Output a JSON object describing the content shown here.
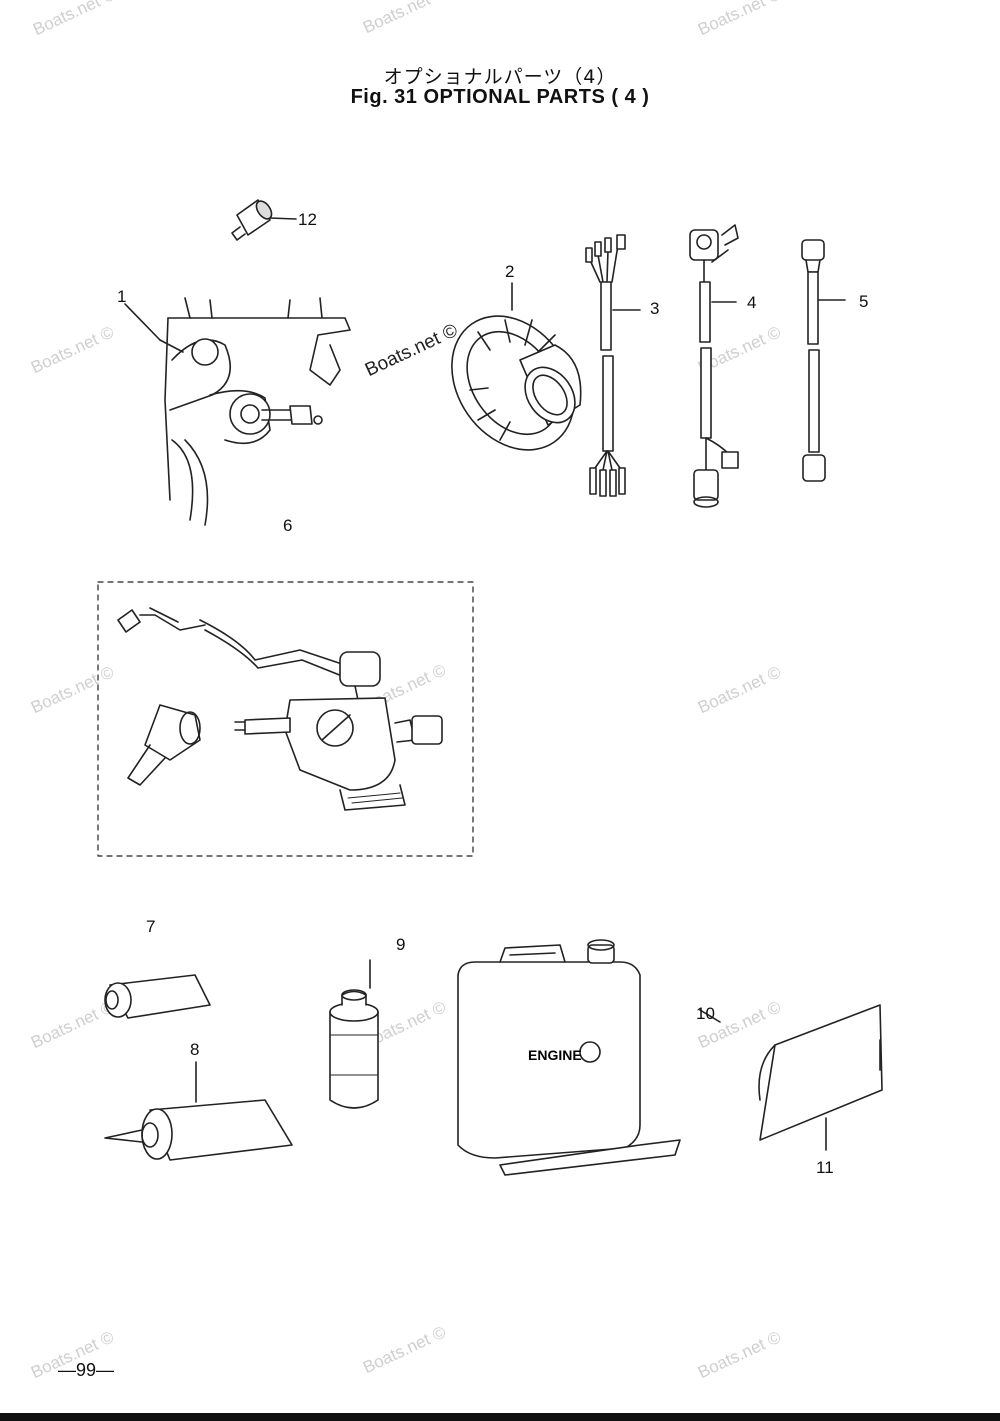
{
  "title_jp": "オプショナルパーツ（4）",
  "title_en": "Fig. 31   OPTIONAL PARTS ( 4 )",
  "watermark": "Boats.net ©",
  "callouts": {
    "c1": "1",
    "c2": "2",
    "c3": "3",
    "c4": "4",
    "c5": "5",
    "c6": "6",
    "c7": "7",
    "c8": "8",
    "c9": "9",
    "c10": "10",
    "c11": "11",
    "c12": "12"
  },
  "jug_label": "ENGINE",
  "page_number": "—99—"
}
